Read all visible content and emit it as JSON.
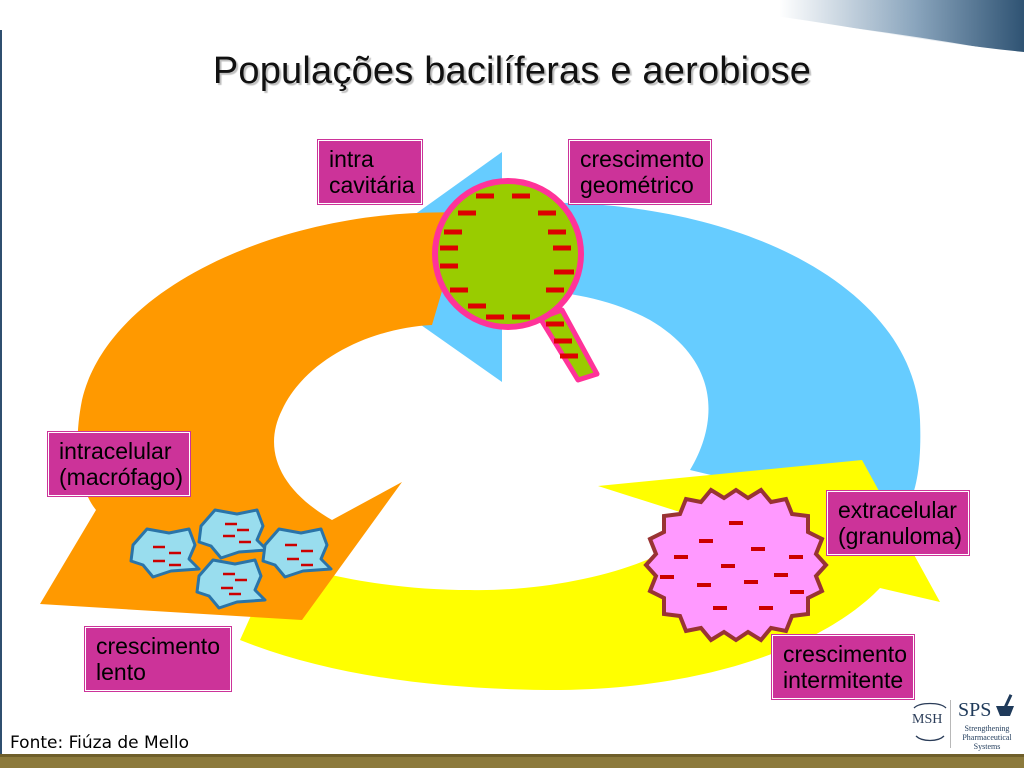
{
  "title": "Populações bacilíferas e aerobiose",
  "labels": {
    "intra_cavitaria": [
      "intra",
      "cavitária"
    ],
    "crescimento_geometrico": [
      "crescimento",
      "geométrico"
    ],
    "intracelular": [
      "intracelular",
      "(macrófago)"
    ],
    "extracelular": [
      "extracelular",
      "(granuloma)"
    ],
    "crescimento_lento": [
      "crescimento",
      "lento"
    ],
    "crescimento_intermitente": [
      "crescimento",
      "intermitente"
    ]
  },
  "source": "Fonte: Fiúza de Mello",
  "logos": {
    "msh": "MSH",
    "sps": "SPS",
    "sps_subtitle": [
      "Strengthening",
      "Pharmaceutical",
      "Systems"
    ]
  },
  "colors": {
    "label_bg": "#cc3399",
    "arrow_orange": "#ff9900",
    "arrow_blue": "#66ccff",
    "arrow_yellow": "#ffff00",
    "cavity_green": "#99cc00",
    "granuloma_pink": "#ff99ff",
    "bacilli_red": "#cc0000",
    "macrophage_blue": "#99ddee"
  }
}
